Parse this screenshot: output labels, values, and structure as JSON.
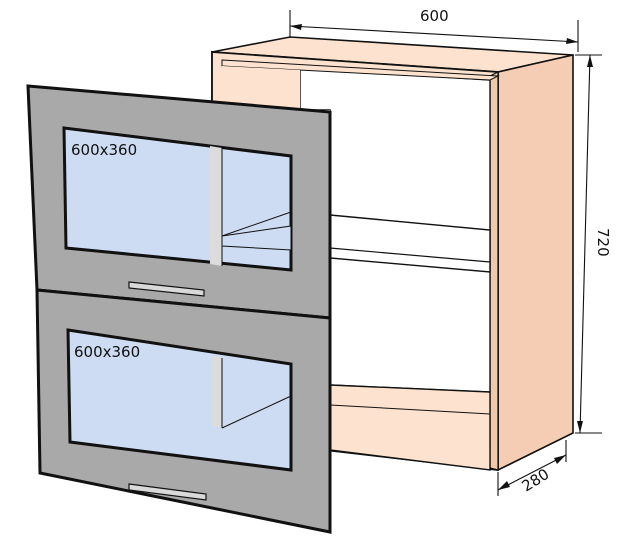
{
  "dimensions": {
    "width": "600",
    "height": "720",
    "depth": "280"
  },
  "doors": [
    {
      "label": "600x360"
    },
    {
      "label": "600x360"
    }
  ],
  "colors": {
    "carcass_face": "#fde3cf",
    "carcass_side": "#f5cdb4",
    "carcass_edge": "#f0c9ad",
    "interior": "#ffffff",
    "interior_shadow": "#dcdcdc",
    "door_frame": "#a9a9a9",
    "glass": "#cddcf2",
    "outline": "#111111",
    "handle": "#d9d9d9"
  }
}
